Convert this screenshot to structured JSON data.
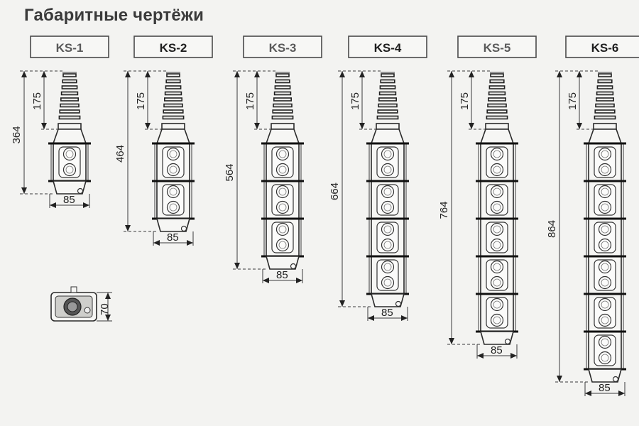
{
  "title": "Габаритные чертёжи",
  "models": [
    {
      "name": "KS-1",
      "total_height": "364",
      "cable_height": "175",
      "width": "85",
      "buttons": 2
    },
    {
      "name": "KS-2",
      "total_height": "464",
      "cable_height": "175",
      "width": "85",
      "buttons": 4
    },
    {
      "name": "KS-3",
      "total_height": "564",
      "cable_height": "175",
      "width": "85",
      "buttons": 6
    },
    {
      "name": "KS-4",
      "total_height": "664",
      "cable_height": "175",
      "width": "85",
      "buttons": 8
    },
    {
      "name": "KS-5",
      "total_height": "764",
      "cable_height": "175",
      "width": "85",
      "buttons": 10
    },
    {
      "name": "KS-6",
      "total_height": "864",
      "cable_height": "175",
      "width": "85",
      "buttons": 12
    }
  ],
  "top_view": {
    "depth": "70"
  },
  "colors": {
    "line": "#2a2a2a",
    "background": "#f3f3f1",
    "label_box": "#f7f7f5"
  }
}
